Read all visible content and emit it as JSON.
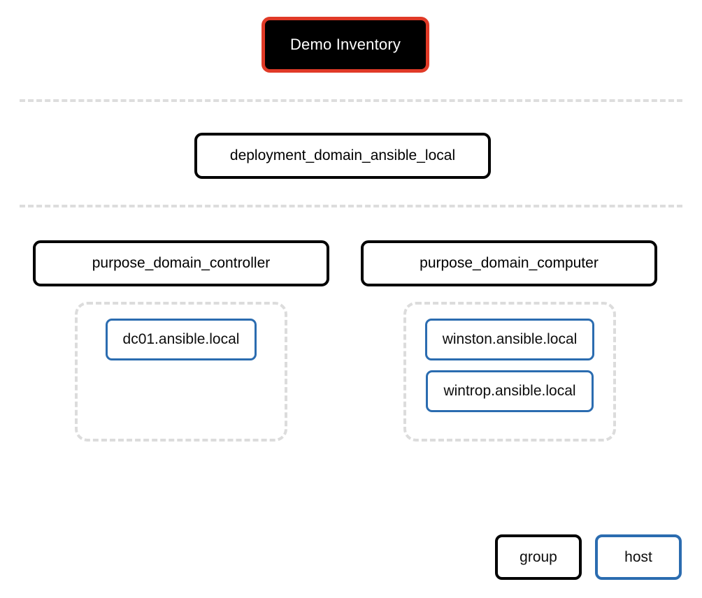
{
  "diagram": {
    "title": "Demo Inventory",
    "root": {
      "label": "Demo Inventory",
      "type": "inventory-root",
      "fill_color": "#000000",
      "border_color": "#E03A27",
      "text_color": "#FFFFFF"
    },
    "levels": [
      {
        "level_index": 0,
        "groups": [
          {
            "label": "deployment_domain_ansible_local",
            "type": "group"
          }
        ]
      },
      {
        "level_index": 1,
        "groups": [
          {
            "label": "purpose_domain_controller",
            "type": "group",
            "hosts": [
              {
                "label": "dc01.ansible.local",
                "type": "host"
              }
            ]
          },
          {
            "label": "purpose_domain_computer",
            "type": "group",
            "hosts": [
              {
                "label": "winston.ansible.local",
                "type": "host"
              },
              {
                "label": "wintrop.ansible.local",
                "type": "host"
              }
            ]
          }
        ]
      }
    ],
    "legend": {
      "items": [
        {
          "label": "group",
          "border_color": "#000000"
        },
        {
          "label": "host",
          "border_color": "#2B6CB0"
        }
      ]
    },
    "colors": {
      "group_border": "#000000",
      "host_border": "#2B6CB0",
      "root_border": "#E03A27",
      "root_fill": "#000000",
      "dashed_separator": "#DDDDDD",
      "dashed_container": "#DCDCDC",
      "background": "#FFFFFF"
    }
  }
}
